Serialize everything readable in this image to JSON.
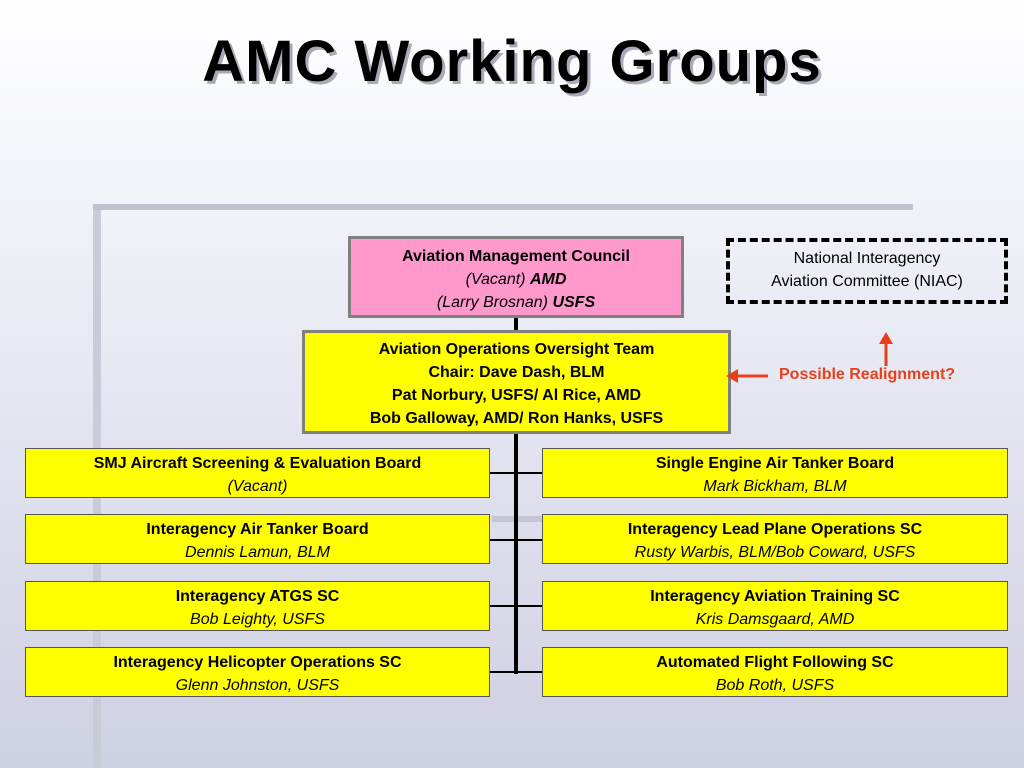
{
  "title": "AMC Working Groups",
  "amc": {
    "name": "Aviation Management Council",
    "line1_italic": "(Vacant) ",
    "line1_bold": "AMD",
    "line2_italic": "(Larry Brosnan) ",
    "line2_bold": "USFS"
  },
  "niac": {
    "line1": "National Interagency",
    "line2": "Aviation Committee (NIAC)"
  },
  "aoot": {
    "line1": "Aviation Operations Oversight Team",
    "line2": "Chair: Dave Dash, BLM",
    "line3": "Pat Norbury, USFS/ Al Rice, AMD",
    "line4": "Bob Galloway, AMD/ Ron Hanks, USFS"
  },
  "realignment": "Possible Realignment?",
  "colors": {
    "yellow": "#ffff00",
    "pink": "#ff99cc",
    "arrow": "#e8401a"
  },
  "groups_left": [
    {
      "name": "SMJ Aircraft Screening & Evaluation Board",
      "chair": "(Vacant)"
    },
    {
      "name": "Interagency Air Tanker Board",
      "chair": "Dennis Lamun, BLM"
    },
    {
      "name": "Interagency ATGS SC",
      "chair": "Bob Leighty, USFS"
    },
    {
      "name": "Interagency Helicopter Operations SC",
      "chair": "Glenn Johnston, USFS"
    }
  ],
  "groups_right": [
    {
      "name": "Single Engine Air Tanker Board",
      "chair": "Mark Bickham, BLM"
    },
    {
      "name": "Interagency Lead Plane Operations SC",
      "chair": "Rusty Warbis, BLM/Bob Coward, USFS"
    },
    {
      "name": "Interagency Aviation Training SC",
      "chair": "Kris Damsgaard, AMD"
    },
    {
      "name": "Automated Flight Following SC",
      "chair": "Bob Roth, USFS"
    }
  ]
}
